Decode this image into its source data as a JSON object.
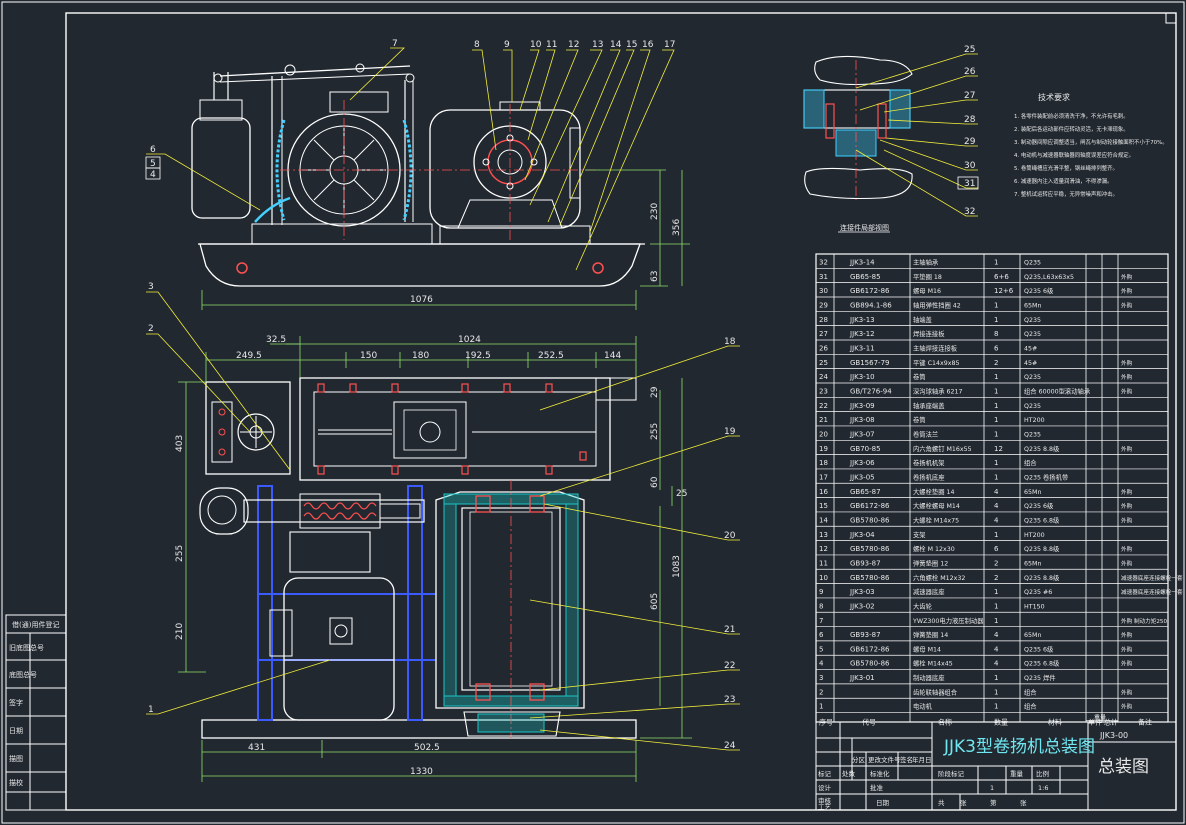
{
  "drawing": {
    "title": "JJK3型卷扬机总装图",
    "drawing_code": "JJK3-00",
    "drawing_name": "总装图",
    "scale": "1:6",
    "sheet_count": "1",
    "detail_caption": "连接件局部视图",
    "tech_req_title": "技术要求",
    "tech_req_lines": [
      "1. 各零件装配前必须清洗干净，不允许有毛刺。",
      "2. 装配后各运动部件应转动灵活，无卡滞现象。",
      "3. 制动器间隙应调整适当，闸瓦与制动轮接触面积不小于70%。",
      "4. 电动机与减速器联轴器同轴度误差应符合规定。",
      "5. 卷筒绳槽应光滑平整，钢丝绳排列整齐。",
      "6. 减速器内注入适量润滑油，不得渗漏。",
      "7. 整机试运转应平稳，无异常噪声和冲击。"
    ]
  },
  "balloons": {
    "top": [
      "7",
      "8",
      "9",
      "10",
      "11",
      "12",
      "13",
      "14",
      "15",
      "16",
      "17"
    ],
    "left_top": [
      "6",
      "5",
      "4"
    ],
    "left_mid": [
      "3",
      "2"
    ],
    "left_low": [
      "1"
    ],
    "right_main": [
      "18",
      "19",
      "20",
      "21",
      "22",
      "23",
      "24"
    ],
    "detail": [
      "25",
      "26",
      "27",
      "28",
      "29",
      "30",
      "31",
      "32"
    ]
  },
  "dimensions": {
    "top_view": {
      "width_1076": "1076",
      "h230": "230",
      "h356": "356",
      "h63": "63"
    },
    "front_view": {
      "d32_5": "32.5",
      "d1024": "1024",
      "d249_5": "249.5",
      "d150": "150",
      "d180": "180",
      "d192_5": "192.5",
      "d252_5": "252.5",
      "d144": "144",
      "d403": "403",
      "d255r": "255",
      "d29": "29",
      "d60": "60",
      "d25": "25",
      "d1083": "1083",
      "d605": "605",
      "d255l": "255",
      "d210": "210",
      "d431": "431",
      "d502_5": "502.5",
      "d1330": "1330"
    }
  },
  "bom_header": [
    "序号",
    "代号",
    "名称",
    "数量",
    "材料",
    "单件",
    "总计",
    "备注"
  ],
  "bom_header_sub": "重量",
  "bom": [
    {
      "no": "32",
      "code": "JJK3-14",
      "name": "主轴轴承",
      "qty": "1",
      "mat": "Q235",
      "note": ""
    },
    {
      "no": "31",
      "code": "GB65-85",
      "name": "平垫圈 18",
      "qty": "6+6",
      "mat": "Q235,L63x63x5",
      "note": "外购"
    },
    {
      "no": "30",
      "code": "GB6172-86",
      "name": "螺母 M16",
      "qty": "12+6",
      "mat": "Q235 6级",
      "note": "外购"
    },
    {
      "no": "29",
      "code": "GB894.1-86",
      "name": "轴用弹性挡圈 42",
      "qty": "1",
      "mat": "65Mn",
      "note": "外购"
    },
    {
      "no": "28",
      "code": "JJK3-13",
      "name": "轴端盖",
      "qty": "1",
      "mat": "Q235",
      "note": ""
    },
    {
      "no": "27",
      "code": "JJK3-12",
      "name": "焊接连接板",
      "qty": "8",
      "mat": "Q235",
      "note": ""
    },
    {
      "no": "26",
      "code": "JJK3-11",
      "name": "主轴焊接连接板",
      "qty": "6",
      "mat": "45#",
      "note": ""
    },
    {
      "no": "25",
      "code": "GB1567-79",
      "name": "平键 C14x9x85",
      "qty": "2",
      "mat": "45#",
      "note": "外购"
    },
    {
      "no": "24",
      "code": "JJK3-10",
      "name": "卷筒",
      "qty": "1",
      "mat": "Q235",
      "note": "外购"
    },
    {
      "no": "23",
      "code": "GB/T276-94",
      "name": "深沟球轴承 6217",
      "qty": "1",
      "mat": "组合 60000型滚动轴承",
      "note": "外购"
    },
    {
      "no": "22",
      "code": "JJK3-09",
      "name": "轴承座端盖",
      "qty": "1",
      "mat": "Q235",
      "note": ""
    },
    {
      "no": "21",
      "code": "JJK3-08",
      "name": "卷筒",
      "qty": "1",
      "mat": "HT200",
      "note": ""
    },
    {
      "no": "20",
      "code": "JJK3-07",
      "name": "卷筒法兰",
      "qty": "1",
      "mat": "Q235",
      "note": ""
    },
    {
      "no": "19",
      "code": "GB70-85",
      "name": "内六角螺钉 M16x55",
      "qty": "12",
      "mat": "Q235 8.8级",
      "note": "外购"
    },
    {
      "no": "18",
      "code": "JJK3-06",
      "name": "卷扬机机架",
      "qty": "1",
      "mat": "组合",
      "note": ""
    },
    {
      "no": "17",
      "code": "JJK3-05",
      "name": "卷扬机底座",
      "qty": "1",
      "mat": "Q235 卷扬机带",
      "note": ""
    },
    {
      "no": "16",
      "code": "GB65-87",
      "name": "大螺栓垫圈 14",
      "qty": "4",
      "mat": "65Mn",
      "note": "外购"
    },
    {
      "no": "15",
      "code": "GB6172-86",
      "name": "大螺栓螺母 M14",
      "qty": "4",
      "mat": "Q235 6级",
      "note": "外购"
    },
    {
      "no": "14",
      "code": "GB5780-86",
      "name": "大螺栓 M14x75",
      "qty": "4",
      "mat": "Q235 6.8级",
      "note": "外购"
    },
    {
      "no": "13",
      "code": "JJK3-04",
      "name": "支架",
      "qty": "1",
      "mat": "HT200",
      "note": ""
    },
    {
      "no": "12",
      "code": "GB5780-86",
      "name": "螺栓 M 12x30",
      "qty": "6",
      "mat": "Q235 8.8级",
      "note": "外购"
    },
    {
      "no": "11",
      "code": "GB93-87",
      "name": "弹簧垫圈 12",
      "qty": "2",
      "mat": "65Mn",
      "note": "外购"
    },
    {
      "no": "10",
      "code": "GB5780-86",
      "name": "六角螺栓 M12x32",
      "qty": "2",
      "mat": "Q235 8.8级",
      "note": "减速器底座连接螺栓一套"
    },
    {
      "no": "9",
      "code": "JJK3-03",
      "name": "减速器底座",
      "qty": "1",
      "mat": "Q235 #6",
      "note": "减速器底座连接螺栓一套"
    },
    {
      "no": "8",
      "code": "JJK3-02",
      "name": "大齿轮",
      "qty": "1",
      "mat": "HT150",
      "note": ""
    },
    {
      "no": "7",
      "code": "",
      "name": "YWZ300电力液压制动器",
      "qty": "1",
      "mat": "",
      "note": "外购 制动力矩250"
    },
    {
      "no": "6",
      "code": "GB93-87",
      "name": "弹簧垫圈 14",
      "qty": "4",
      "mat": "65Mn",
      "note": "外购"
    },
    {
      "no": "5",
      "code": "GB6172-86",
      "name": "螺母 M14",
      "qty": "4",
      "mat": "Q235 6级",
      "note": "外购"
    },
    {
      "no": "4",
      "code": "GB5780-86",
      "name": "螺栓 M14x45",
      "qty": "4",
      "mat": "Q235 6.8级",
      "note": "外购"
    },
    {
      "no": "3",
      "code": "JJK3-01",
      "name": "制动器底座",
      "qty": "1",
      "mat": "Q235 焊件",
      "note": ""
    },
    {
      "no": "2",
      "code": "",
      "name": "齿轮联轴器组合",
      "qty": "1",
      "mat": "组合",
      "note": "外购"
    },
    {
      "no": "1",
      "code": "",
      "name": "电动机",
      "qty": "1",
      "mat": "组合",
      "note": "外购"
    }
  ],
  "title_block": {
    "row_labels_left": [
      "标记",
      "设计",
      "审核",
      "工艺"
    ],
    "row_labels_mid": [
      "处数",
      "标准化",
      "批准"
    ],
    "change_labels": [
      "分区",
      "更改文件号",
      "签名",
      "年月日"
    ],
    "stage_labels": [
      "阶段标记",
      "重量",
      "比例"
    ],
    "sheet_labels": [
      "共",
      "张",
      "第",
      "张"
    ],
    "date_label": "日期"
  },
  "side_stamp": [
    "借(通)用件登记",
    "旧底图总号",
    "底图总号",
    "签字",
    "日期",
    "描图",
    "描校"
  ]
}
